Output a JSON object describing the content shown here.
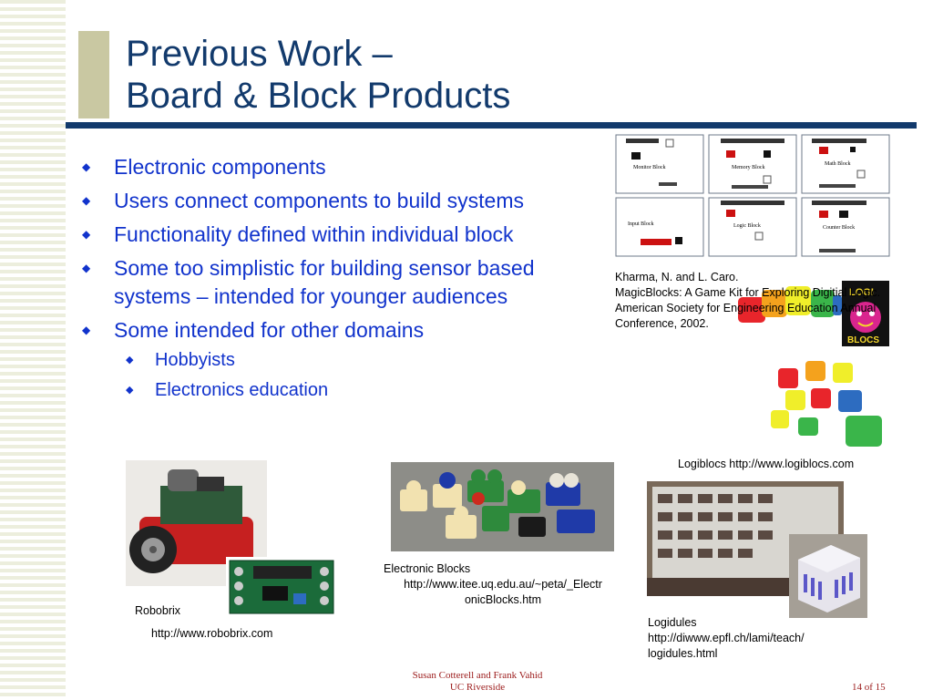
{
  "slide": {
    "title_line1": "Previous Work –",
    "title_line2": "Board & Block Products"
  },
  "bullets": [
    "Electronic components",
    "Users connect components to build systems",
    "Functionality defined within individual block",
    "Some too simplistic for building sensor based systems – intended for younger audiences",
    "Some intended for other domains"
  ],
  "sub_bullets": [
    "Hobbyists",
    "Electronics education"
  ],
  "magicblocks": {
    "caption_line1": "Kharma, N. and L. Caro.",
    "caption_line2": "MagicBlocks: A Game Kit for Exploring Digitial Logic.",
    "caption_line3": "American Society for Engineering Education Annual",
    "caption_line4": "Conference, 2002.",
    "blocks": [
      "Monitor Block",
      "Memory Block",
      "Math Block",
      "Input Block",
      "Logic Block",
      "Counter Block"
    ]
  },
  "logiblocs": {
    "caption": "Logiblocs http://www.logiblocs.com",
    "logo_line1": "LOGI",
    "logo_line2": "BLOCS"
  },
  "robobrix": {
    "label": "Robobrix",
    "url": "http://www.robobrix.com"
  },
  "electronic_blocks": {
    "label": "Electronic Blocks",
    "url_line1": "http://www.itee.uq.edu.au/~peta/_Electr",
    "url_line2": "onicBlocks.htm"
  },
  "logidules": {
    "label": "Logidules",
    "url_line1": "http://diwww.epfl.ch/lami/teach/",
    "url_line2": "logidules.html"
  },
  "footer": {
    "author": "Susan Cotterell and Frank Vahid",
    "institution": "UC Riverside",
    "page": "14 of 15"
  },
  "colors": {
    "title": "#123a6c",
    "bullet_text": "#1133cc",
    "rule": "#123a6c",
    "accent": "#c9c8a2",
    "footer": "#9b1a1a"
  }
}
